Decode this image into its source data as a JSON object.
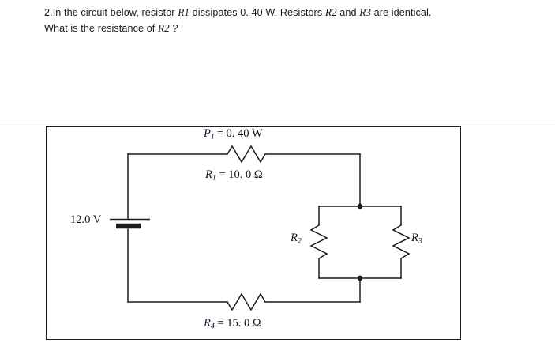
{
  "question": {
    "number": "2.",
    "line1_a": "In the circuit below, resistor ",
    "line1_var1": "R1",
    "line1_b": " dissipates 0. 40 W. Resistors ",
    "line1_var2": "R2",
    "line1_c": " and ",
    "line1_var3": "R3",
    "line1_d": " are identical.",
    "line2_a": "What is the resistance of ",
    "line2_var1": "R2",
    "line2_b": " ?",
    "full_text": "2.In the circuit below, resistor R1 dissipates 0. 40 W. Resistors R2 and R3 are identical.\nWhat is the resistance of R2 ?"
  },
  "figure": {
    "labels": {
      "power_r1": {
        "symbol": "P",
        "subscript": "1",
        "equals": "=",
        "value": "0. 40 W",
        "full": "P1 = 0. 40 W"
      },
      "resistance_r1": {
        "symbol": "R",
        "subscript": "1",
        "equals": "=",
        "value": "10. 0 Ω",
        "full": "R1 = 10.0 Ω"
      },
      "source_voltage": {
        "value": "12.0 V"
      },
      "resistor_r2": {
        "symbol": "R",
        "subscript": "2",
        "full": "R2"
      },
      "resistor_r3": {
        "symbol": "R",
        "subscript": "3",
        "full": "R3"
      },
      "resistance_r4": {
        "symbol": "R",
        "subscript": "4",
        "equals": "=",
        "value": "15. 0 Ω",
        "full": "R4 = 15.0 Ω"
      }
    },
    "components": {
      "battery": "12.0 V DC source",
      "r1": "horizontal resistor on top branch",
      "r2": "vertical resistor, left leg of parallel pair",
      "r3": "vertical resistor, right leg of parallel pair",
      "r4": "horizontal resistor on bottom branch"
    },
    "colors": {
      "wire": "#1c1c1c",
      "frame": "#1c1c1c",
      "label_text": "#12122c",
      "divider": "#d4d4d4",
      "background": "#ffffff"
    }
  }
}
